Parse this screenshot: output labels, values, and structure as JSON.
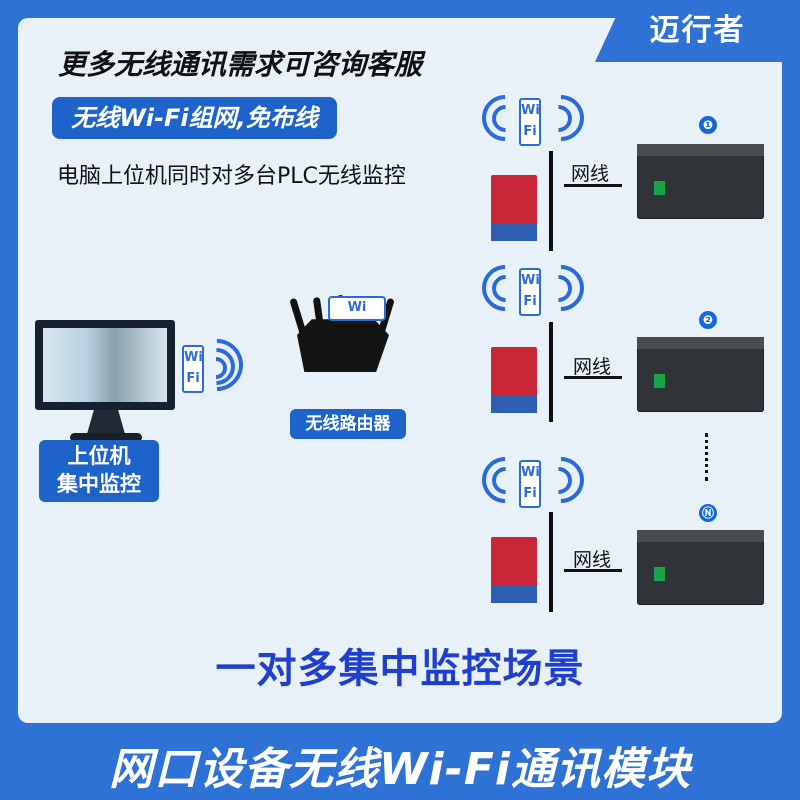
{
  "brand": "迈行者",
  "headline": "更多无线通讯需求可咨询客服",
  "feature_pill": "无线Wi-Fi组网,免布线",
  "subtitle": "电脑上位机同时对多台PLC无线监控",
  "pc_label_line1": "上位机",
  "pc_label_line2": "集中监控",
  "router_label": "无线路由器",
  "cable_label": "网线",
  "plc_markers": [
    "❶",
    "❷",
    "Ⓝ"
  ],
  "wifi_badge_top": "Wi",
  "wifi_badge_bottom": "Fi",
  "scene_title": "一对多集中监控场景",
  "bottom_title": "网口设备无线Wi-Fi通讯模块",
  "colors": {
    "blue": "#2e72d6",
    "pill_blue": "#1d63c9",
    "title_blue": "#1f3fcc",
    "module_red": "#cb2638"
  }
}
